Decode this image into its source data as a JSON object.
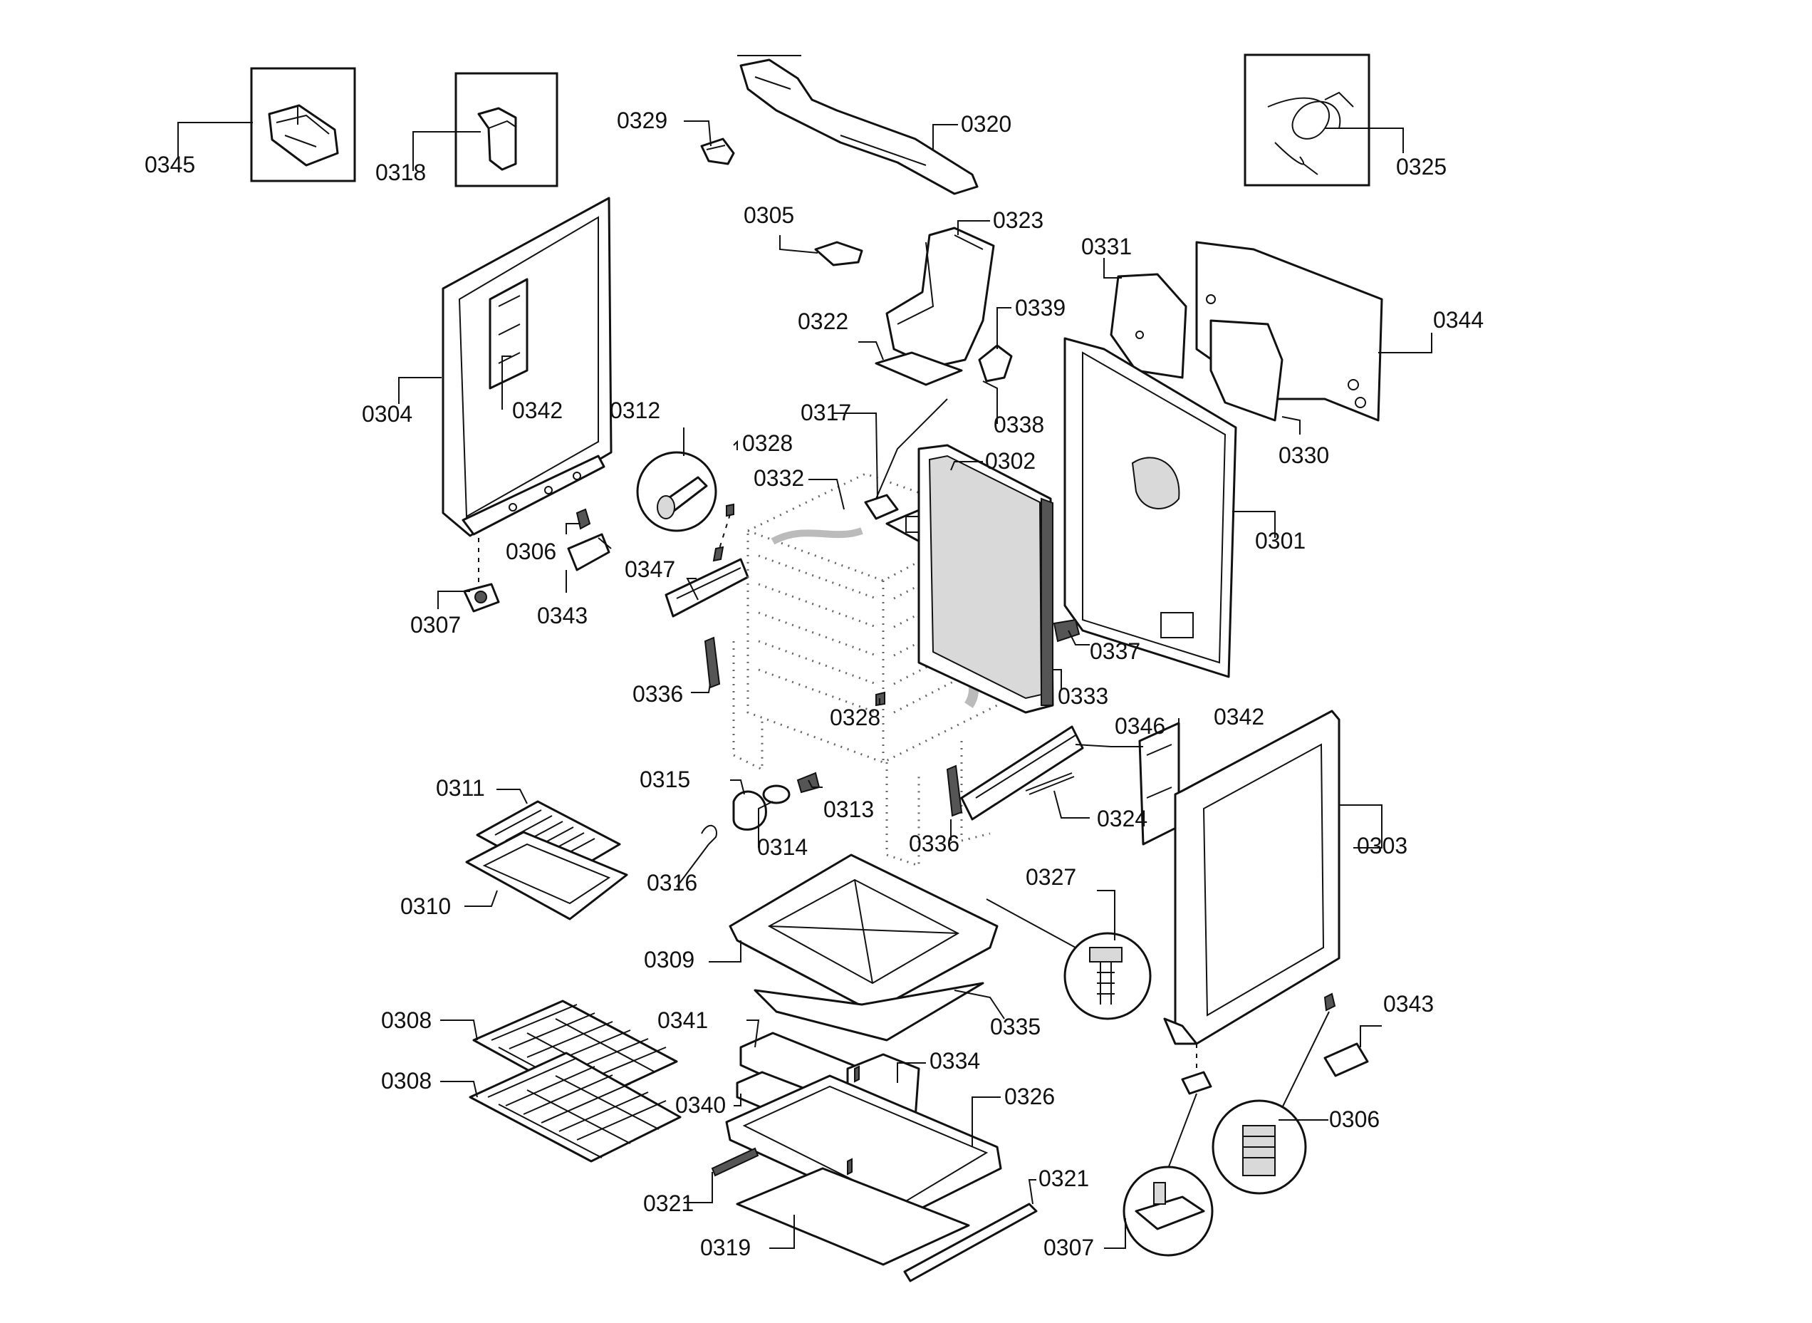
{
  "diagram": {
    "callouts": [
      "0345",
      "0318",
      "0329",
      "0320",
      "0325",
      "0305",
      "0323",
      "0331",
      "0344",
      "0339",
      "0322",
      "0338",
      "0330",
      "0304",
      "0342",
      "0312",
      "0328",
      "0317",
      "0332",
      "0302",
      "0301",
      "0306",
      "0347",
      "0343",
      "0307",
      "0337",
      "0336",
      "0333",
      "0328",
      "0346",
      "0342",
      "0311",
      "0315",
      "0313",
      "0324",
      "0314",
      "0336",
      "0303",
      "0316",
      "0310",
      "0327",
      "0309",
      "0335",
      "0308",
      "0341",
      "0343",
      "0334",
      "0308",
      "0340",
      "0326",
      "0306",
      "0321",
      "0321",
      "0319",
      "0307"
    ]
  }
}
